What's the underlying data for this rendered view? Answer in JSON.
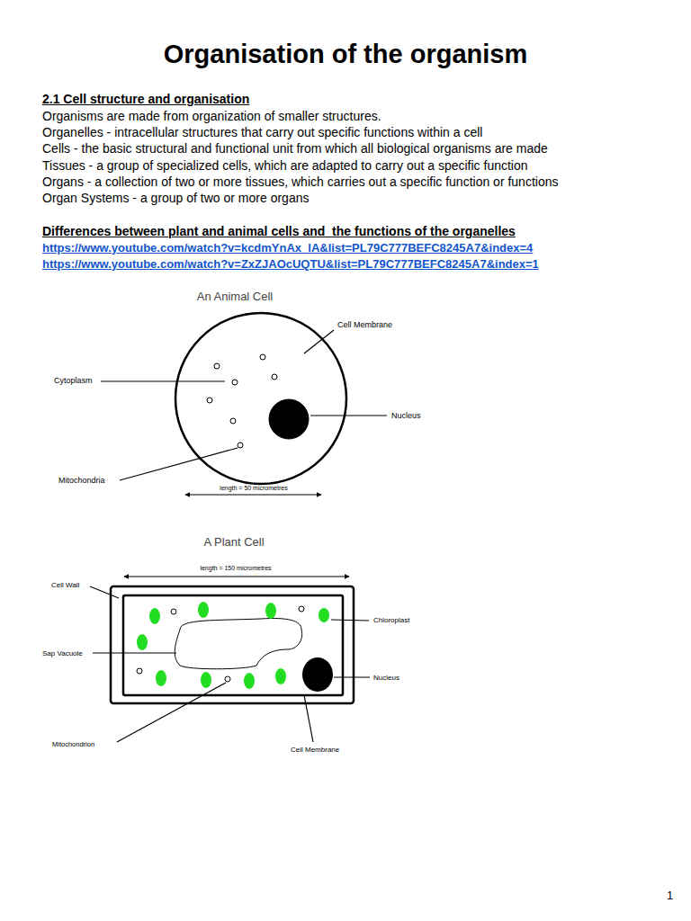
{
  "diagram": {
    "title": "Organisation of the organism",
    "labels": [
      "2.1 Cell structure and organisation",
      "Organisms are made from organization of smaller structures.",
      "Organelles - intracellular structures that carry out specific functions within a cell",
      "Cells - the basic structural and functional unit from which all biological organisms are made",
      "Tissues - a group of specialized cells, which are adapted to carry out a specific function",
      "Organs - a collection of two or more tissues, which carries out a specific function or functions",
      "Organ Systems - a group of two or more organs",
      "Differences between plant and animal cells and  the functions of the organelles",
      "https://www.youtube.com/watch?v=kcdmYnAx_lA&list=PL79C777BEFC8245A7&index=4",
      "https://www.youtube.com/watch?v=ZxZJAOcUQTU&list=PL79C777BEFC8245A7&index=1",
      "An Animal Cell",
      "Cell Membrane",
      "Cytoplasm",
      "Nucleus",
      "Mitochondria",
      "length = 50 micrometres",
      "A Plant Cell",
      "length = 150 micrometres",
      "Cell Wall",
      "Chloroplast",
      "Sap Vacuole",
      "Nucleus",
      "Mitochondrion",
      "Cell Membrane",
      "1"
    ]
  }
}
